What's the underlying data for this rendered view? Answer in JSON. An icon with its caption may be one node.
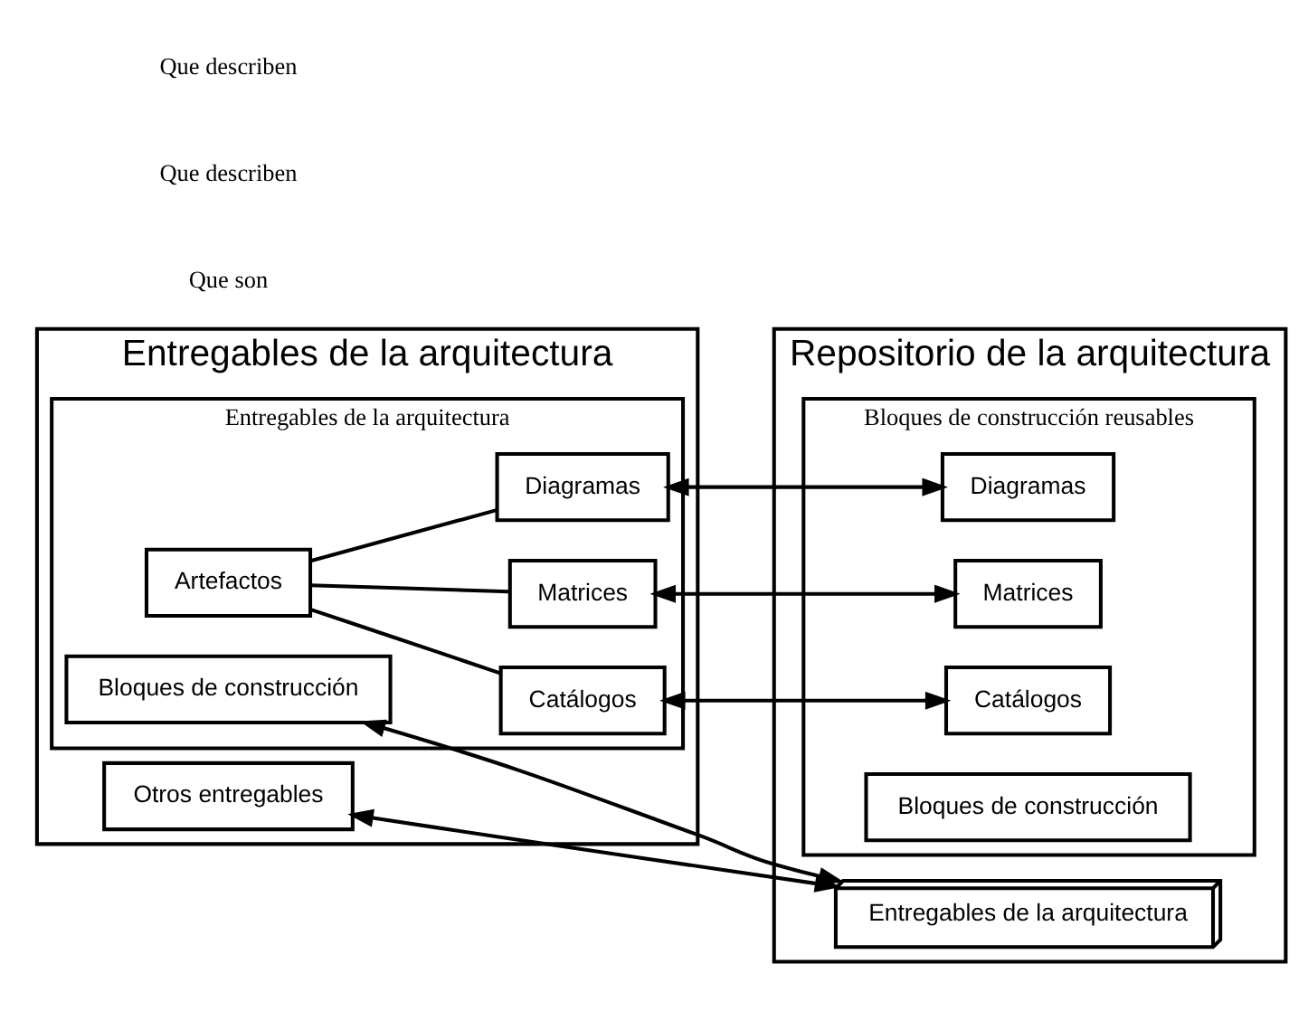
{
  "diagram": {
    "nodes": [
      {
        "text": [
          "Entregables de la arquitectura"
        ]
      },
      {
        "text": [
          "Entregables de la arquitectura"
        ],
        "in": 0
      },
      {
        "text": [
          "Artefactos"
        ],
        "in": 1
      },
      {
        "text": [
          "Catálogos"
        ],
        "in": 1
      },
      {
        "text": [
          "Matrices"
        ],
        "in": 1
      },
      {
        "text": [
          "Diagramas"
        ],
        "in": 1
      },
      {
        "text": [
          "Bloques de construcción"
        ],
        "in": 1
      },
      {
        "text": [
          "Otros entregables"
        ],
        "in": 0
      },
      {
        "text": [
          "Repositorio de la arquitectura"
        ]
      },
      {
        "text": [
          "Bloques de construcción reusables"
        ],
        "in": 8
      },
      {
        "text": [
          "Catálogos"
        ],
        "in": 9
      },
      {
        "text": [
          "Matrices"
        ],
        "in": 9
      },
      {
        "text": [
          "Diagramas"
        ],
        "in": 9
      },
      {
        "text": [
          "Bloques de construcción"
        ],
        "in": 9
      },
      {
        "text": [
          "Entregables de la arquitectura"
        ],
        "in": 8
      }
    ],
    "edges": [
      {
        "from": 2,
        "to": 3,
        "arrow": "none"
      },
      {
        "from": 2,
        "to": 4,
        "arrow": "none"
      },
      {
        "from": 2,
        "to": 5,
        "arrow": "none"
      },
      {
        "from": 3,
        "to": 10,
        "arrow": "both"
      },
      {
        "from": 4,
        "to": 11,
        "arrow": "both"
      },
      {
        "from": 5,
        "to": 12,
        "arrow": "both"
      },
      {
        "from": 6,
        "to": 14,
        "arrow": "both"
      },
      {
        "from": 7,
        "to": 14,
        "arrow": "both"
      }
    ],
    "labels": [
      "Que son",
      "Que describen",
      "Que describen"
    ]
  }
}
